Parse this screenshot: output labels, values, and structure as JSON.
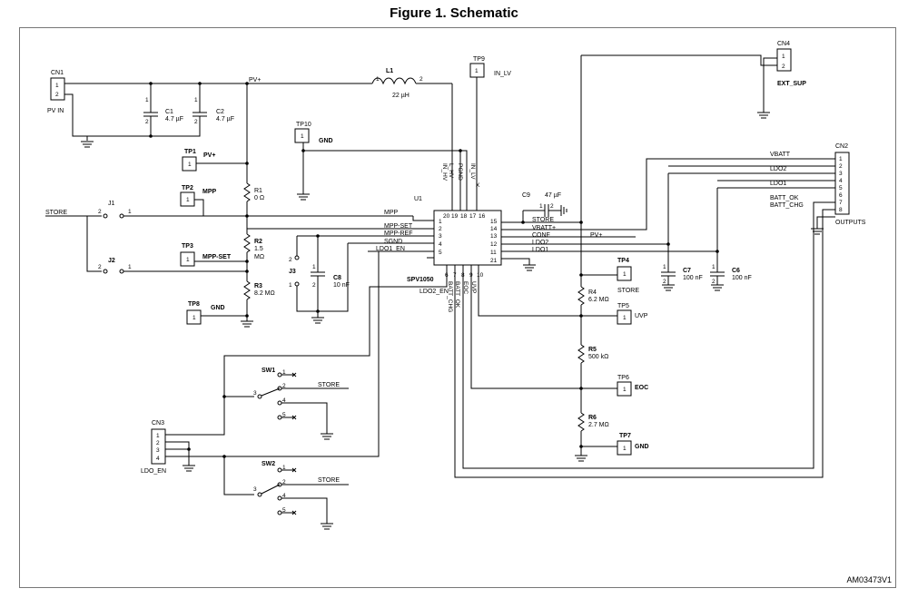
{
  "title": "Figure 1. Schematic",
  "figure_id": "AM03473V1",
  "connectors": {
    "cn1": {
      "ref": "CN1",
      "pins": [
        "1",
        "2"
      ],
      "label": "PV IN"
    },
    "cn2": {
      "ref": "CN2",
      "pins": [
        "1",
        "2",
        "3",
        "4",
        "5",
        "6",
        "7",
        "8"
      ],
      "label": "OUTPUTS"
    },
    "cn3": {
      "ref": "CN3",
      "pins": [
        "1",
        "2",
        "3",
        "4"
      ],
      "label": "LDO_EN"
    },
    "cn4": {
      "ref": "CN4",
      "pins": [
        "1",
        "2"
      ],
      "label": "EXT_SUP"
    }
  },
  "ic": {
    "ref": "U1",
    "part": "SPV1050",
    "pins_top": [
      "20",
      "19",
      "18",
      "17",
      "16"
    ],
    "pins_bottom": [
      "6",
      "7",
      "8",
      "9",
      "10"
    ],
    "pins_left": [
      "1",
      "2",
      "3",
      "4",
      "5"
    ],
    "pins_right": [
      "15",
      "14",
      "13",
      "12",
      "11",
      "21"
    ],
    "top_signals": [
      "IN_HV",
      "PGND",
      "L_HV",
      "IN_LV",
      "X"
    ],
    "bottom_signals": [
      "LDO2_EN",
      "BATT_CHG",
      "BATT_OK",
      "EOC",
      "UVP"
    ],
    "left_signals": [
      "MPP",
      "MPP-SET",
      "MPP-REF",
      "SGND",
      "LDO1_EN"
    ],
    "right_signals": [
      "STORE",
      "VBATT+",
      "CONF",
      "LDO2",
      "LDO1"
    ]
  },
  "passives": {
    "c1": {
      "ref": "C1",
      "value": "4.7 µF"
    },
    "c2": {
      "ref": "C2",
      "value": "4.7 µF"
    },
    "l1": {
      "ref": "L1",
      "value": "22 µH"
    },
    "r1": {
      "ref": "R1",
      "value": "0 Ω"
    },
    "r2": {
      "ref": "R2",
      "value": "1.5",
      "value2": "MΩ"
    },
    "r3": {
      "ref": "R3",
      "value": "8.2 MΩ"
    },
    "c8": {
      "ref": "C8",
      "value": "10 nF"
    },
    "c9": {
      "ref": "C9",
      "value": "47 µF"
    },
    "c7": {
      "ref": "C7",
      "value": "100 nF"
    },
    "c6": {
      "ref": "C6",
      "value": "100 nF"
    },
    "r4": {
      "ref": "R4",
      "value": "6.2 MΩ"
    },
    "r5": {
      "ref": "R5",
      "value": "500 kΩ"
    },
    "r6": {
      "ref": "R6",
      "value": "2.7 MΩ"
    }
  },
  "testpoints": {
    "tp1": {
      "ref": "TP1",
      "net": "PV+"
    },
    "tp2": {
      "ref": "TP2",
      "net": "MPP"
    },
    "tp3": {
      "ref": "TP3",
      "net": "MPP-SET"
    },
    "tp4": {
      "ref": "TP4",
      "net": "STORE"
    },
    "tp5": {
      "ref": "TP5",
      "net": "UVP"
    },
    "tp6": {
      "ref": "TP6",
      "net": "EOC"
    },
    "tp7": {
      "ref": "TP7",
      "net": "GND"
    },
    "tp8": {
      "ref": "TP8",
      "net": "GND"
    },
    "tp9": {
      "ref": "TP9",
      "net": "IN_LV"
    },
    "tp10": {
      "ref": "TP10",
      "net": "GND"
    }
  },
  "jumpers": {
    "j1": "J1",
    "j2": "J2",
    "j3": "J3"
  },
  "switches": {
    "sw1": "SW1",
    "sw2": "SW2"
  },
  "nets": {
    "pv_plus": "PV+",
    "store": "STORE",
    "mpp": "MPP",
    "mpp_set": "MPP-SET",
    "mpp_ref": "MPP-REF",
    "sgnd": "SGND",
    "ldo1_en": "LDO1_EN",
    "ldo2_en": "LDO2_EN",
    "vbatt": "VBATT",
    "vbatt_plus": "VBATT+",
    "conf": "CONF",
    "ldo1": "LDO1",
    "ldo2": "LDO2",
    "batt_ok": "BATT_OK",
    "batt_chg": "BATT_CHG",
    "gnd": "GND"
  },
  "pin_numbers": {
    "p1": "1",
    "p2": "2",
    "p3": "3",
    "p4": "4",
    "p5": "5"
  }
}
